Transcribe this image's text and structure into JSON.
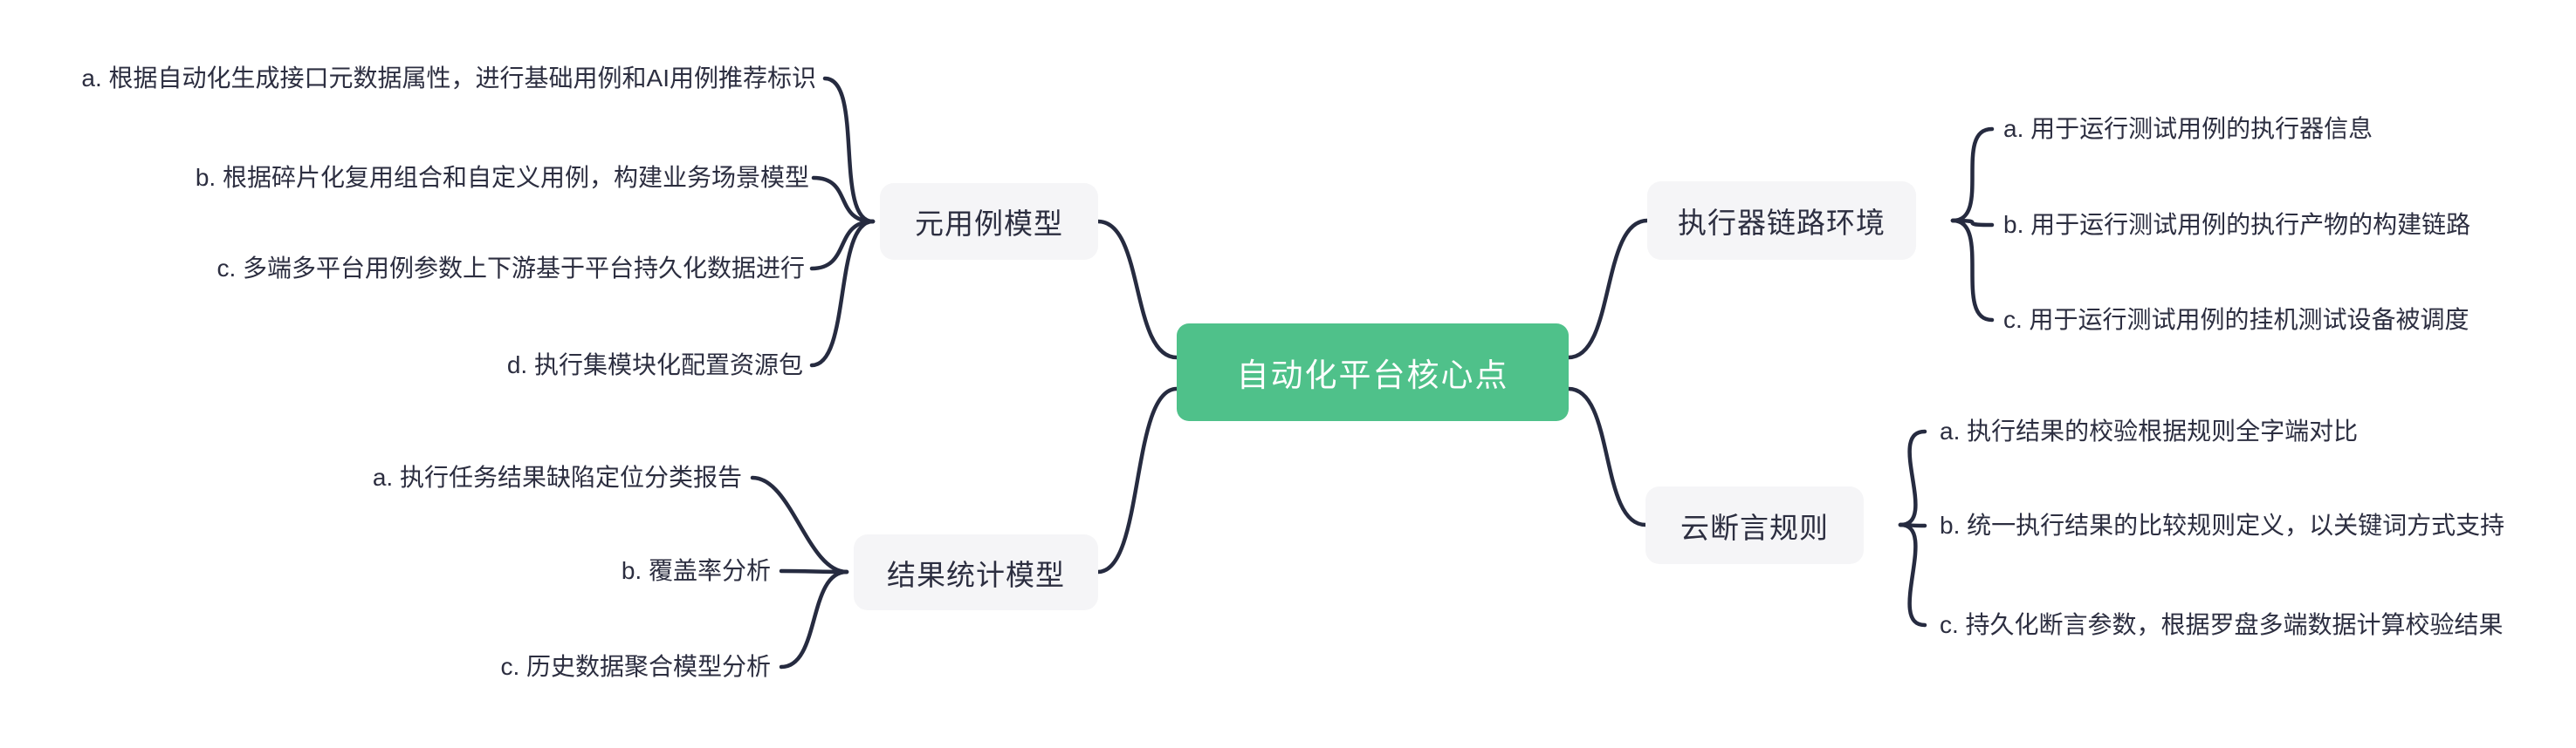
{
  "colors": {
    "canvas_bg": "#ffffff",
    "root_bg": "#4fc18a",
    "root_text": "#ffffff",
    "branch_bg": "#f5f5f7",
    "text": "#2c2e40",
    "line": "#262b40"
  },
  "root": {
    "label": "自动化平台核心点"
  },
  "branches": [
    {
      "label": "元用例模型",
      "side": "left",
      "children": [
        "a. 根据自动化生成接口元数据属性，进行基础用例和AI用例推荐标识",
        "b. 根据碎片化复用组合和自定义用例，构建业务场景模型",
        "c. 多端多平台用例参数上下游基于平台持久化数据进行",
        "d. 执行集模块化配置资源包"
      ]
    },
    {
      "label": "结果统计模型",
      "side": "left",
      "children": [
        "a. 执行任务结果缺陷定位分类报告",
        "b. 覆盖率分析",
        "c. 历史数据聚合模型分析"
      ]
    },
    {
      "label": "执行器链路环境",
      "side": "right",
      "children": [
        "a. 用于运行测试用例的执行器信息",
        "b. 用于运行测试用例的执行产物的构建链路",
        "c. 用于运行测试用例的挂机测试设备被调度"
      ]
    },
    {
      "label": "云断言规则",
      "side": "right",
      "children": [
        "a. 执行结果的校验根据规则全字端对比",
        "b. 统一执行结果的比较规则定义，以关键词方式支持",
        "c. 持久化断言参数，根据罗盘多端数据计算校验结果"
      ]
    }
  ]
}
